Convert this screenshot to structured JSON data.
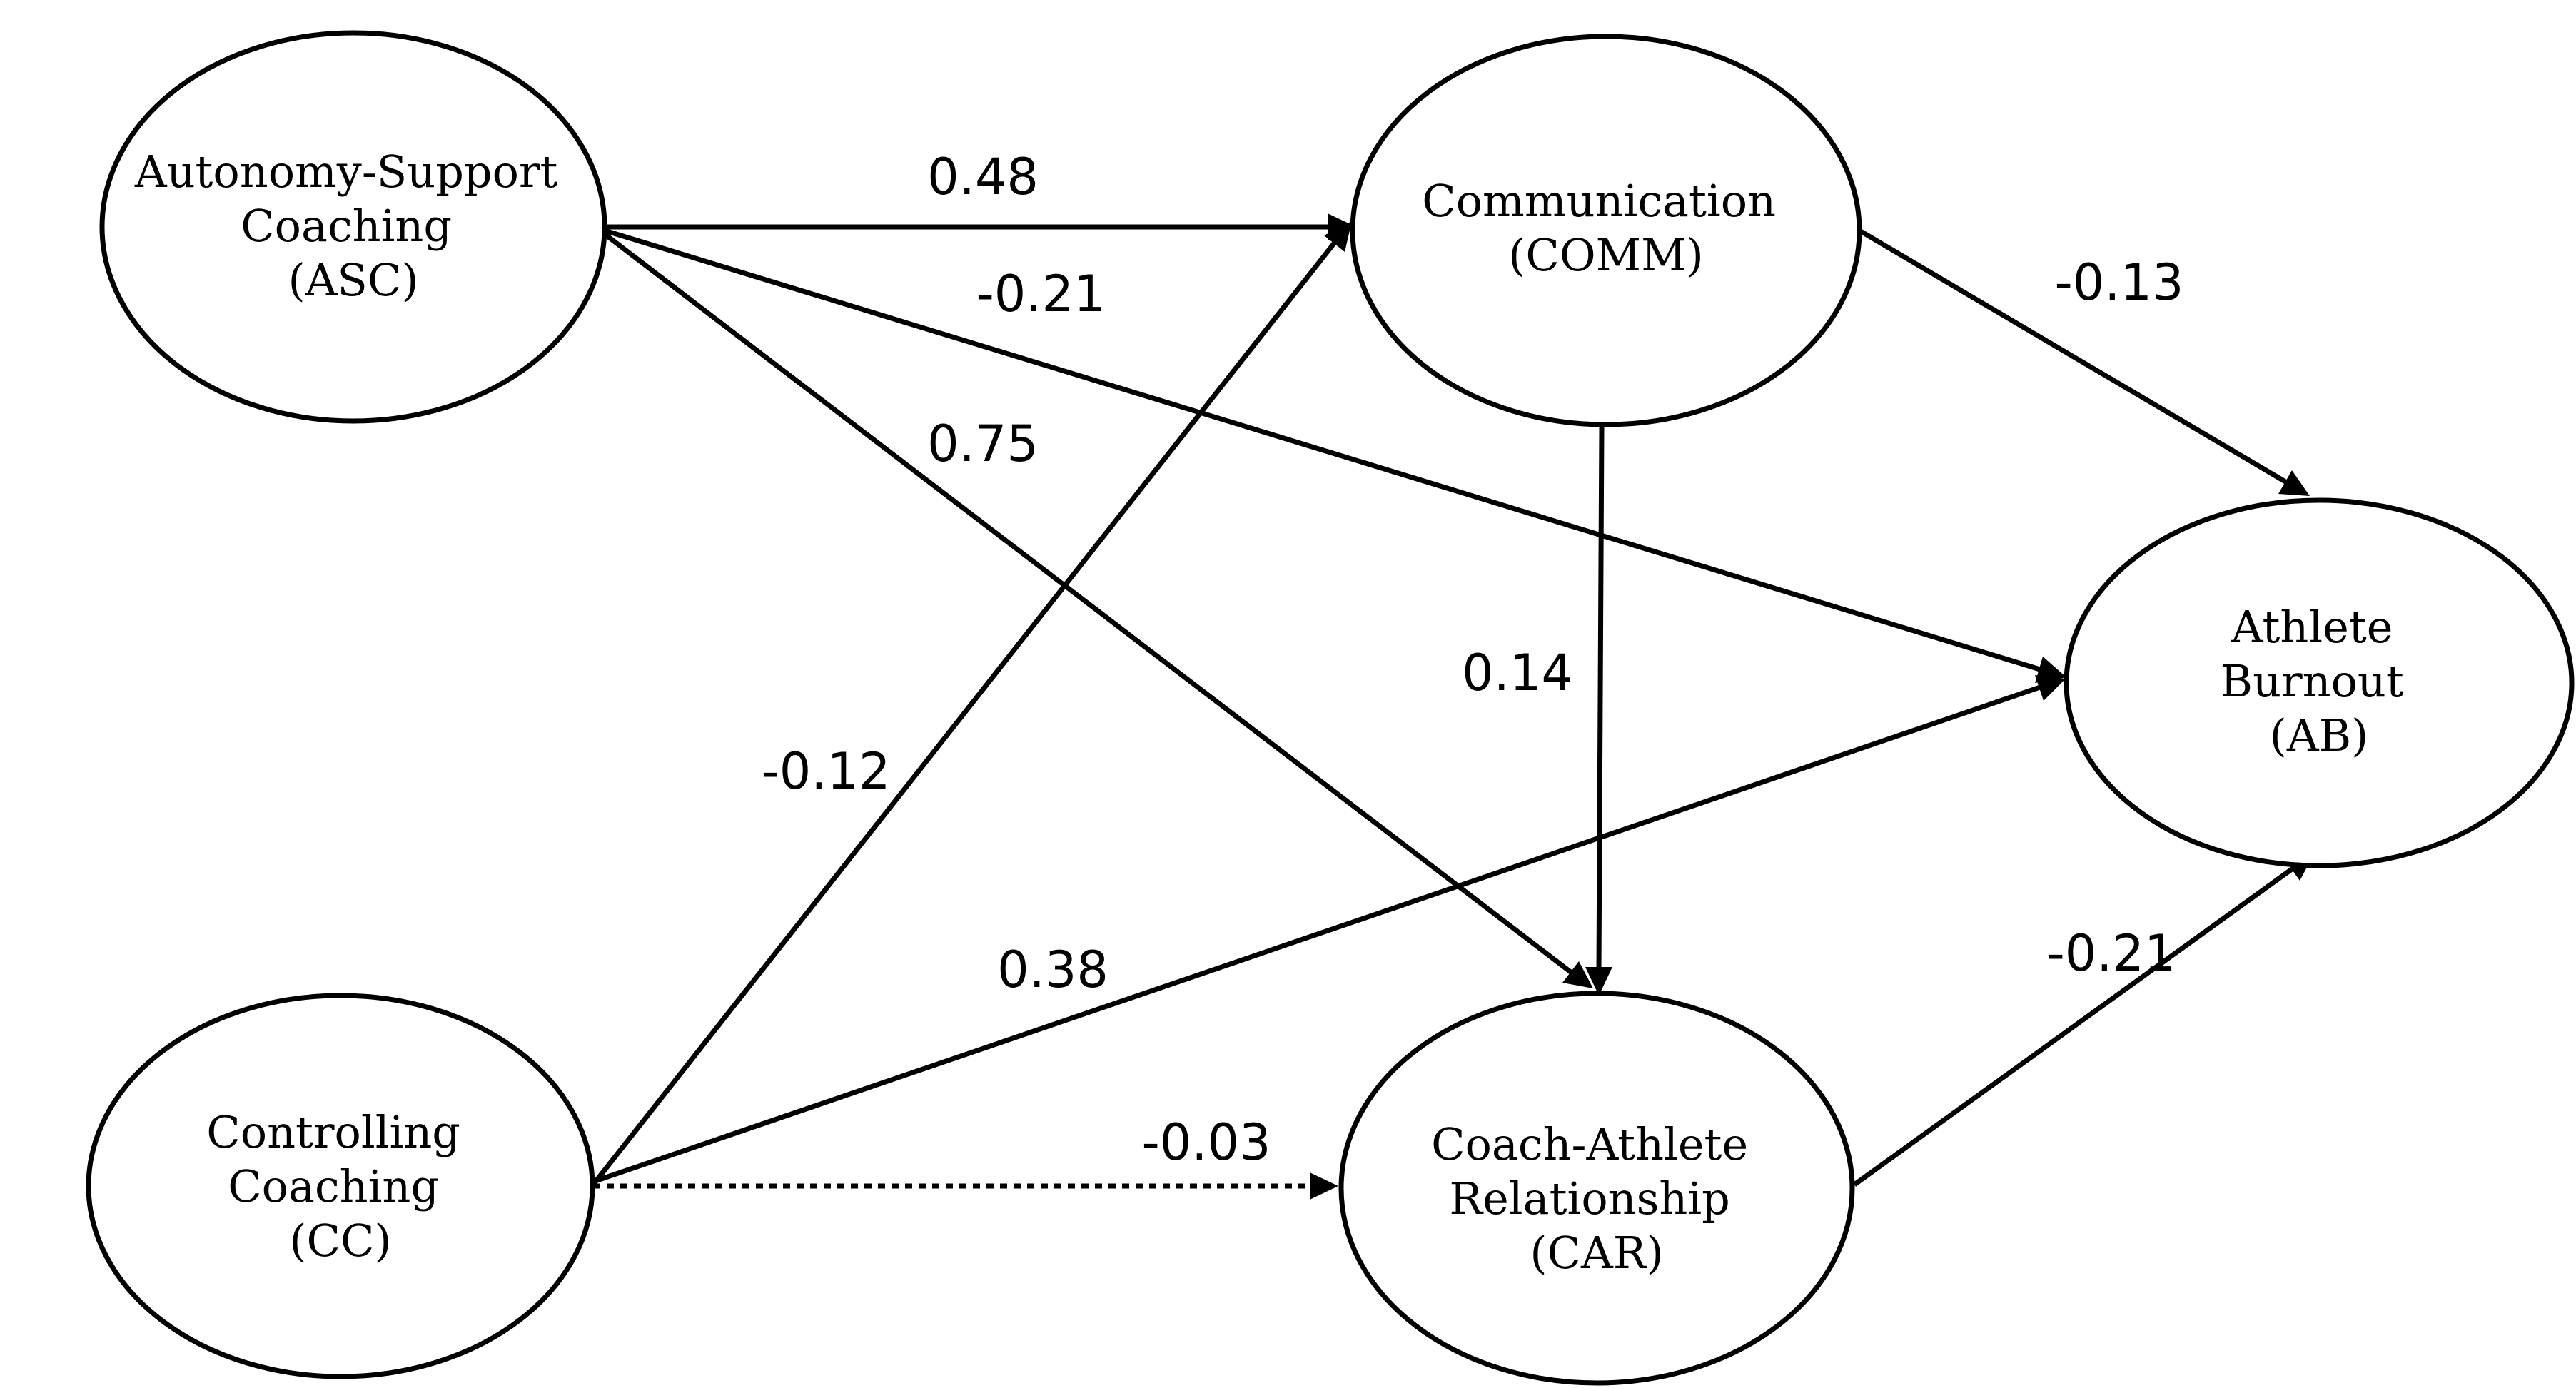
{
  "nodes": {
    "asc": {
      "lines": [
        "Autonomy-Support",
        "Coaching",
        "(ASC)"
      ]
    },
    "comm": {
      "lines": [
        "Communication",
        "(COMM)"
      ]
    },
    "ab": {
      "lines": [
        "Athlete",
        "Burnout",
        "(AB)"
      ]
    },
    "cc": {
      "lines": [
        "Controlling",
        "Coaching",
        "(CC)"
      ]
    },
    "car": {
      "lines": [
        "Coach-Athlete",
        "Relationship",
        "(CAR)"
      ]
    }
  },
  "edges": [
    {
      "id": "asc-comm",
      "from": "asc",
      "to": "comm",
      "coefficient": "0.48",
      "style": "solid"
    },
    {
      "id": "asc-ab",
      "from": "asc",
      "to": "ab",
      "coefficient": "-0.21",
      "style": "solid"
    },
    {
      "id": "asc-car",
      "from": "asc",
      "to": "car",
      "coefficient": "0.75",
      "style": "solid"
    },
    {
      "id": "comm-ab",
      "from": "comm",
      "to": "ab",
      "coefficient": "-0.13",
      "style": "solid"
    },
    {
      "id": "comm-car",
      "from": "comm",
      "to": "car",
      "coefficient": "0.14",
      "style": "solid"
    },
    {
      "id": "cc-comm",
      "from": "cc",
      "to": "comm",
      "coefficient": "-0.12",
      "style": "solid"
    },
    {
      "id": "cc-ab",
      "from": "cc",
      "to": "ab",
      "coefficient": "0.38",
      "style": "solid"
    },
    {
      "id": "cc-car",
      "from": "cc",
      "to": "car",
      "coefficient": "-0.03",
      "style": "dotted"
    },
    {
      "id": "car-ab",
      "from": "car",
      "to": "ab",
      "coefficient": "-0.21",
      "style": "solid"
    }
  ]
}
